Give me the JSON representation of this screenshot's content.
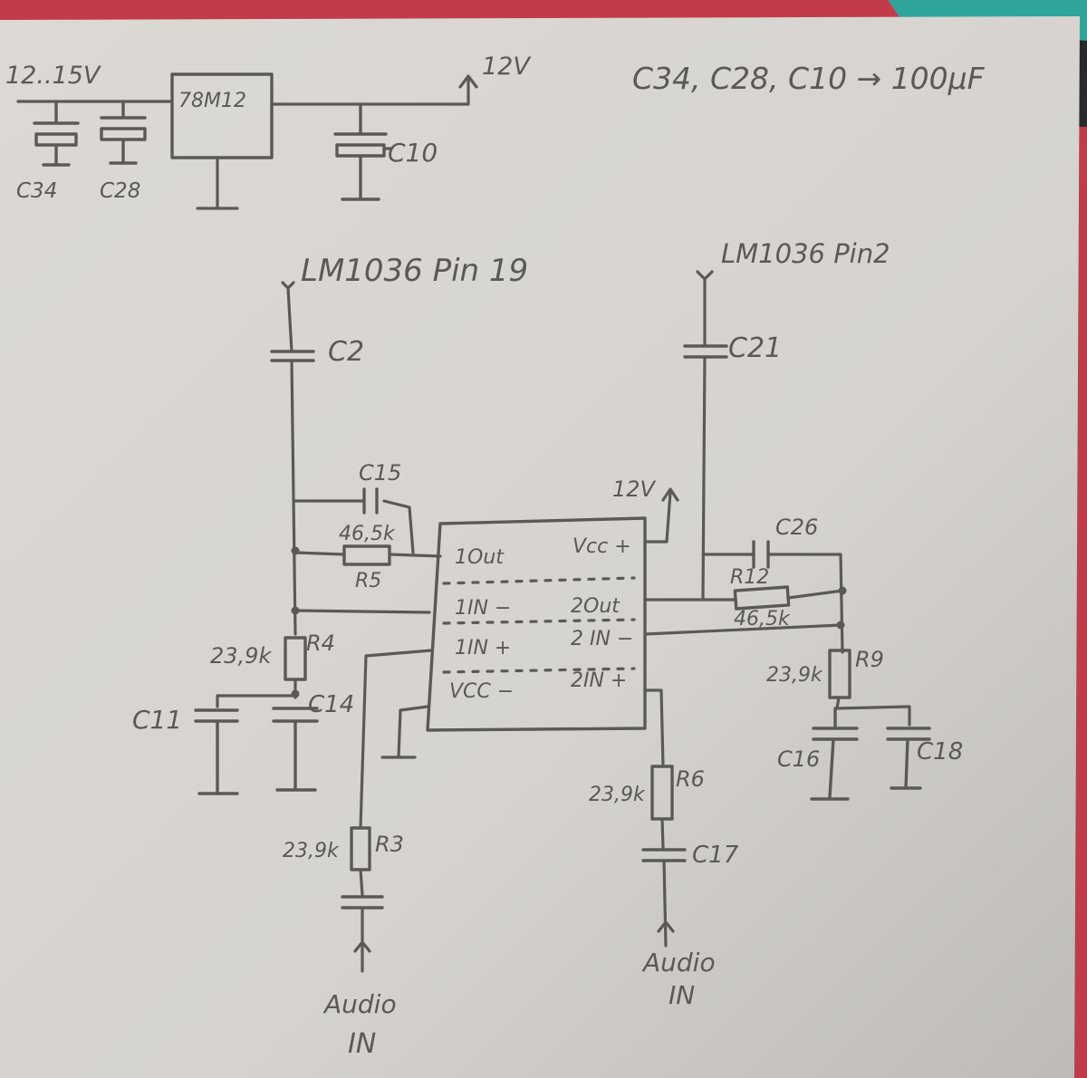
{
  "colors": {
    "paper": "#d9d6d1",
    "ink": "#5b5955",
    "backdrop_red": "#c23b4a",
    "backdrop_teal": "#2fa49a",
    "backdrop_dark": "#1f1f22"
  },
  "notes": {
    "supply_in": "12..15V",
    "supply_out": "12V",
    "cap_note": "C34, C28, C10 → 100µF",
    "regulator": "78M12",
    "source_left": "LM1036 Pin 19",
    "source_right": "LM1036 Pin2",
    "opamp_vcc_arrow": "12V"
  },
  "ic": {
    "pins_left": [
      "1Out",
      "1IN −",
      "1IN +",
      "VCC −"
    ],
    "pins_right": [
      "Vcc +",
      "2Out",
      "2 IN −",
      "2IN +"
    ]
  },
  "components": {
    "C34": "C34",
    "C28": "C28",
    "C10": "C10",
    "C2": "C2",
    "C21": "C21",
    "C15": "C15",
    "C26": "C26",
    "R5": "R5",
    "R5_value": "46,5k",
    "R12": "R12",
    "R12_value": "46,5k",
    "R4": "R4",
    "R4_value": "23,9k",
    "R9": "R9",
    "R9_value": "23,9k",
    "R3": "R3",
    "R3_value": "23,9k",
    "R6": "R6",
    "R6_value": "23,9k",
    "C11": "C11",
    "C14": "C14",
    "C16": "C16",
    "C18": "C18",
    "C17": "C17"
  },
  "inputs": {
    "left": [
      "Audio",
      "IN"
    ],
    "right": [
      "Audio",
      "IN"
    ]
  }
}
